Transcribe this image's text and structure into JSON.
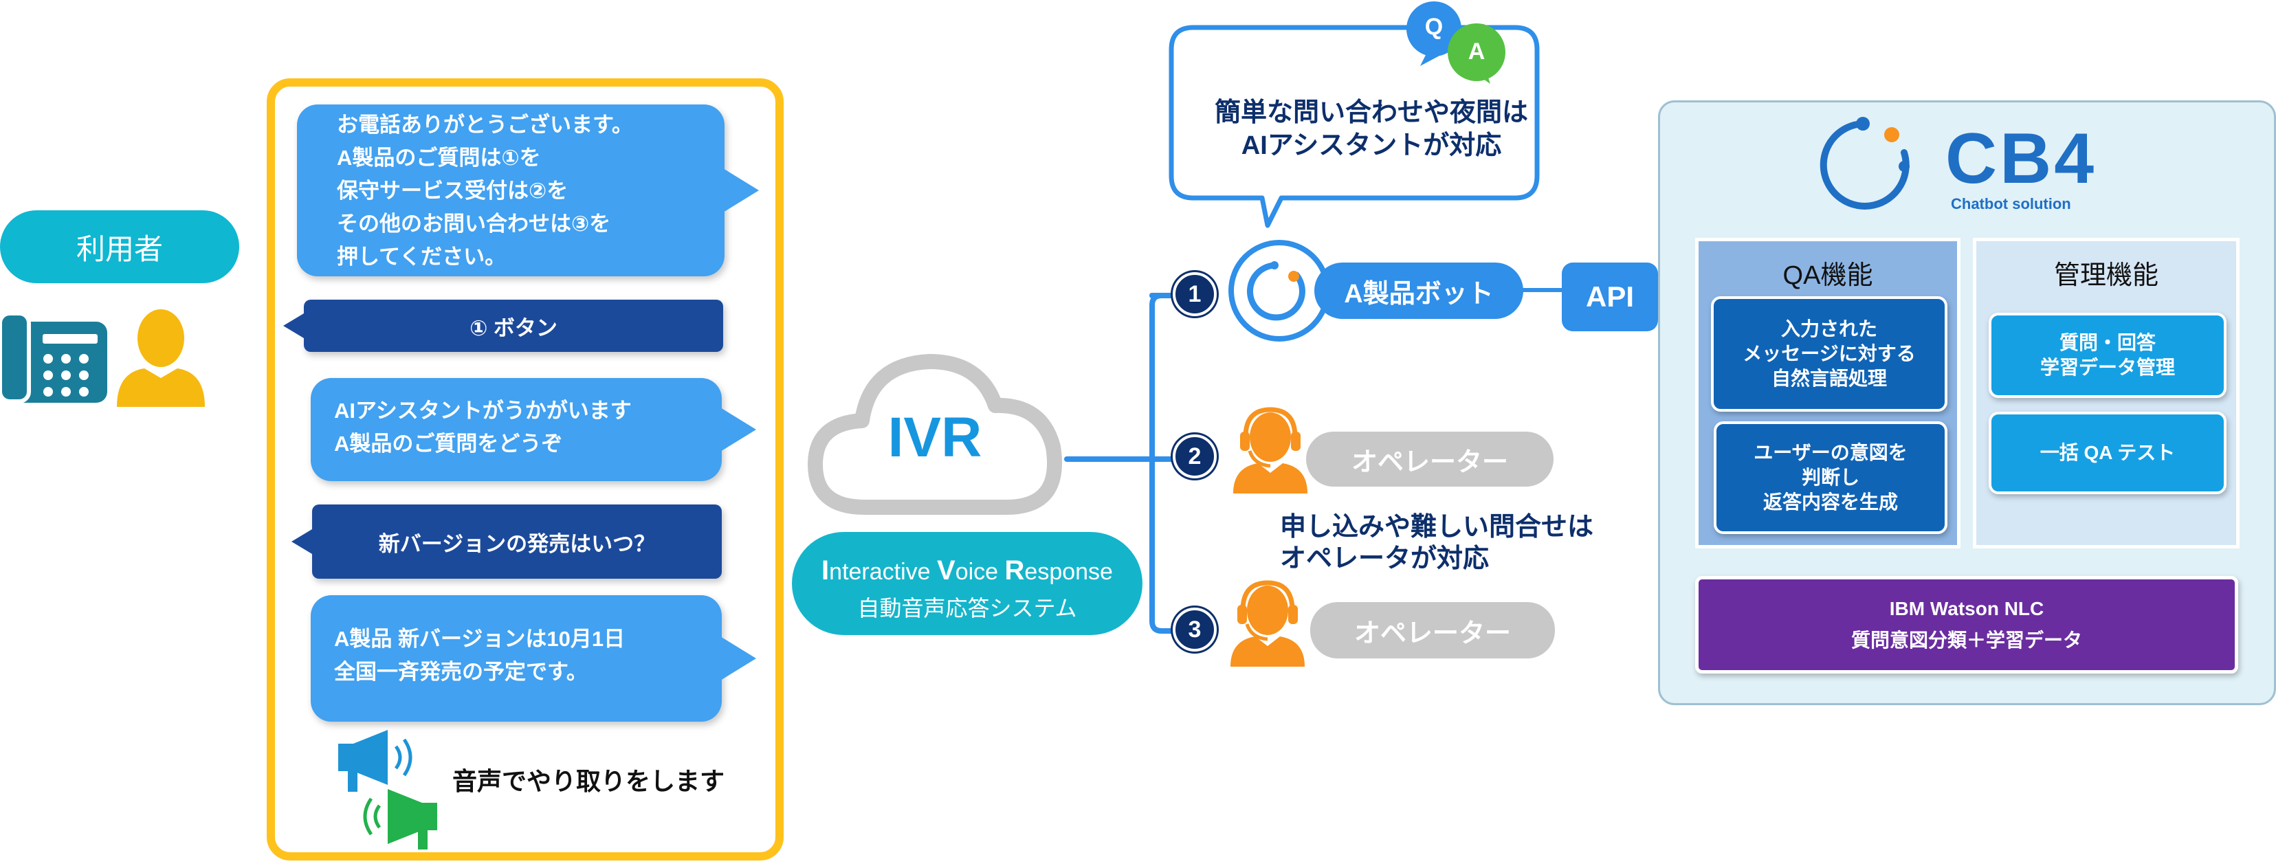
{
  "user": {
    "label": "利用者"
  },
  "dialog": {
    "greeting": [
      "お電話ありがとうございます。",
      "A製品のご質問は①を",
      "保守サービス受付は②を",
      "その他のお問い合わせは③を",
      "押してください。"
    ],
    "reply1": "① ボタン",
    "assistant": [
      "AIアシスタントがうかがいます",
      "A製品のご質問をどうぞ"
    ],
    "reply2": "新バージョンの発売はいつ？",
    "answer": [
      "A製品 新バージョンは10月1日",
      "全国一斉発売の予定です。"
    ],
    "voice_note": "音声でやり取りをします"
  },
  "ivr": {
    "label": "IVR",
    "title_parts": [
      {
        "initial": "I",
        "rest": "nteractive "
      },
      {
        "initial": "V",
        "rest": "oice "
      },
      {
        "initial": "R",
        "rest": "esponse"
      }
    ],
    "subtitle": "自動音声応答システム"
  },
  "qa_bubble": {
    "badge_q": "Q",
    "badge_a": "A",
    "lines": [
      "簡単な問い合わせや夜間は",
      "AIアシスタントが対応"
    ]
  },
  "routes": [
    {
      "number": "1",
      "label": "A製品ボット"
    },
    {
      "number": "2",
      "label": "オペレーター"
    },
    {
      "number": "3",
      "label": "オペレーター"
    }
  ],
  "api_label": "API",
  "operator_note": [
    "申し込みや難しい問合せは",
    "オペレータが対応"
  ],
  "cb4": {
    "title": "CB4",
    "subtitle": "Chatbot solution",
    "qa": {
      "title": "QA機能",
      "items": [
        [
          "入力された",
          "メッセージに対する",
          "自然言語処理"
        ],
        [
          "ユーザーの意図を",
          "判断し",
          "返答内容を生成"
        ]
      ]
    },
    "mgmt": {
      "title": "管理機能",
      "items": [
        [
          "質問・回答",
          "学習データ管理"
        ],
        [
          "一括 QA テスト"
        ]
      ]
    },
    "watson": {
      "title": "IBM Watson NLC",
      "subtitle": "質問意図分類＋学習データ"
    }
  },
  "colors": {
    "frame": "#ffc21c",
    "bubble": "#42a1f0",
    "reply": "#1c4a9b",
    "teal": "#14b5cb",
    "route_line": "#2f8fe9",
    "operator": "#f7931e",
    "badge": "#0d2f6b",
    "watson": "#6a2d9f"
  },
  "icons": [
    "phone-icon",
    "user-icon",
    "megaphone-icon",
    "cloud-icon",
    "headset-operator-icon",
    "bot-logo-icon",
    "qa-chat-icon"
  ]
}
